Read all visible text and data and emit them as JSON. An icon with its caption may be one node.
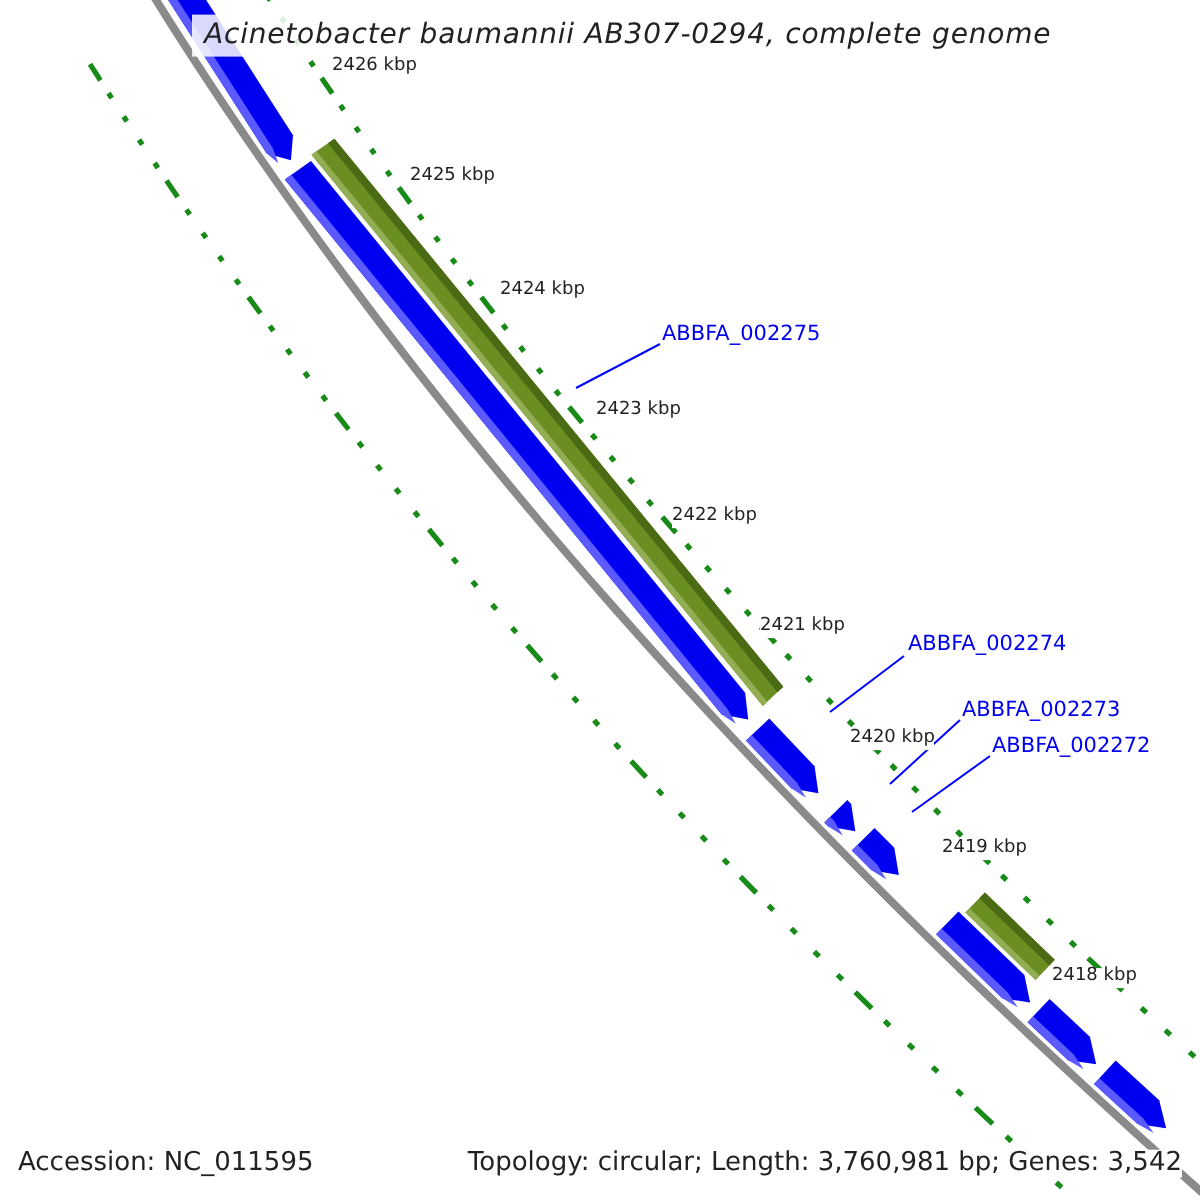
{
  "diagram": {
    "title": "Acinetobacter baumannii AB307-0294, complete genome",
    "nodes": [
      {
        "text": [
          "ABBFA_002275"
        ]
      },
      {
        "text": [
          "ABBFA_002274"
        ]
      },
      {
        "text": [
          "ABBFA_002273"
        ]
      },
      {
        "text": [
          "ABBFA_002272"
        ]
      }
    ],
    "edges": [
      {
        "from": 0,
        "to": null,
        "arrow": "none"
      },
      {
        "from": 1,
        "to": null,
        "arrow": "none"
      },
      {
        "from": 2,
        "to": null,
        "arrow": "none"
      },
      {
        "from": 3,
        "to": null,
        "arrow": "none"
      }
    ],
    "labels": [
      "2426 kbp",
      "2425 kbp",
      "2424 kbp",
      "2423 kbp",
      "2422 kbp",
      "2421 kbp",
      "2420 kbp",
      "2419 kbp",
      "2418 kbp",
      "Accession: NC_011595",
      "Topology: circular; Length: 3,760,981 bp; Genes: 3,542"
    ]
  }
}
